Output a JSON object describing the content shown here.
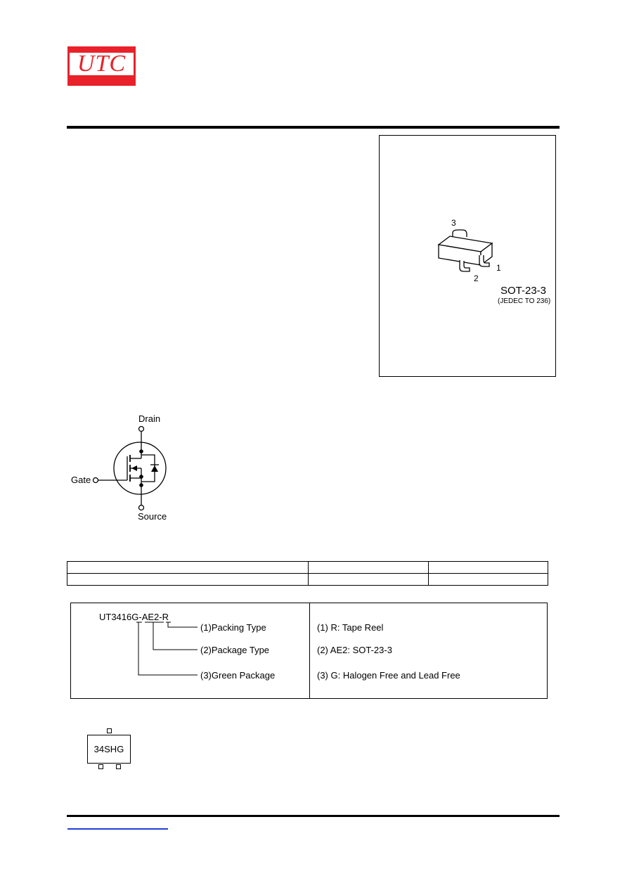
{
  "logo": {
    "text": "UTC",
    "color": "#e8212a"
  },
  "package": {
    "pin_labels": [
      "1",
      "2",
      "3"
    ],
    "name": "SOT-23-3",
    "note": "(JEDEC TO 236)"
  },
  "symbol": {
    "drain": "Drain",
    "gate": "Gate",
    "source": "Source"
  },
  "ordering_table": {
    "rows": [
      [
        "",
        "",
        ""
      ],
      [
        "",
        "",
        ""
      ]
    ]
  },
  "marking_explanation": {
    "part_number": "UT3416G-AE2-R",
    "labels": [
      "(1)Packing Type",
      "(2)Package Type",
      "(3)Green Package"
    ],
    "descriptions": [
      {
        "key": "(1) R",
        "value": ": Tape Reel"
      },
      {
        "key": "",
        "value": "(2) AE2: SOT-23-3"
      },
      {
        "key": "",
        "value": "(3) G: Halogen Free and Lead Free"
      }
    ]
  },
  "marking": {
    "code": "34SHG"
  },
  "colors": {
    "brand_red": "#e8212a",
    "link_blue": "#1f3fd6"
  }
}
